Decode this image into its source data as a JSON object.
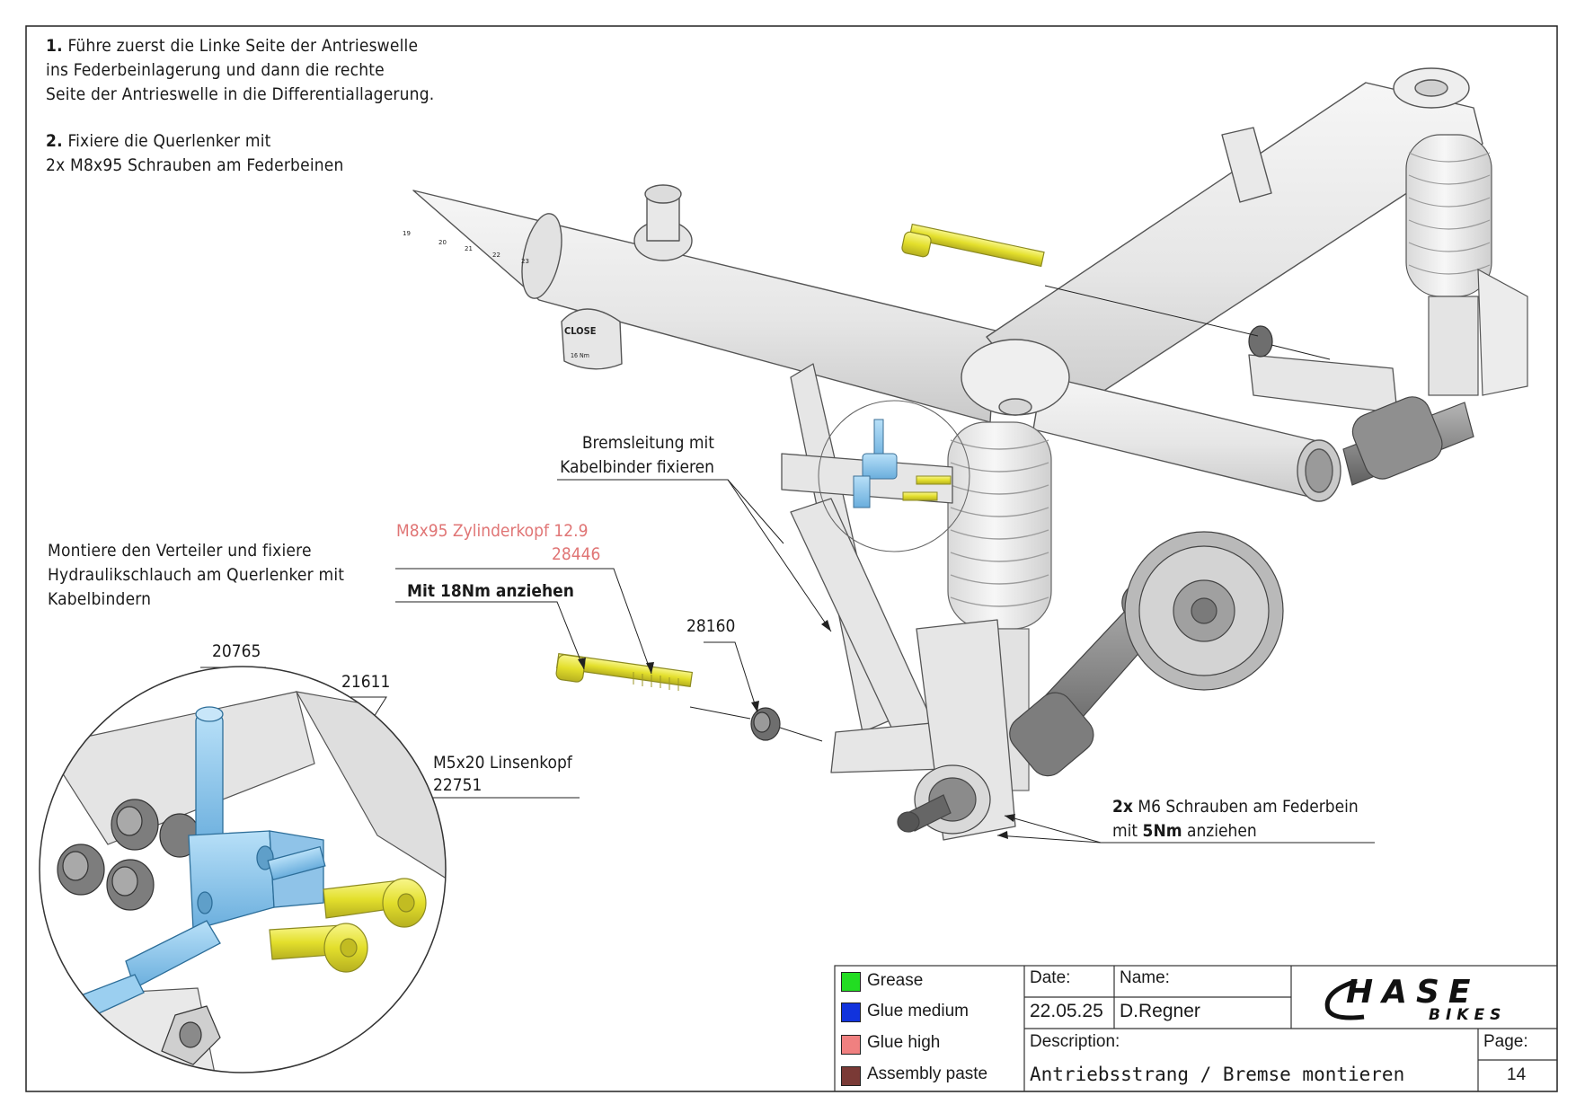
{
  "instructions": {
    "step1_num": "1.",
    "step1_lines": [
      "Führe zuerst die Linke Seite der Antrieswelle",
      "ins Federbeinlagerung und dann die rechte",
      "Seite der Antrieswelle in die Differentiallagerung."
    ],
    "step2_num": "2.",
    "step2_lines": [
      "Fixiere die Querlenker mit",
      "2x M8x95 Schrauben am Federbeinen"
    ],
    "distributor_lines": [
      "Montiere den Verteiler und fixiere",
      "Hydraulikschlauch am Querlenker mit",
      "Kabelbindern"
    ]
  },
  "callouts": {
    "brake_line": [
      "Bremsleitung mit",
      "Kabelbinder fixieren"
    ],
    "screw_name": "M8x95 Zylinderkopf 12.9",
    "screw_number": "28446",
    "torque_note": "Mit 18Nm anziehen",
    "nut_number": "28160",
    "part_20765": "20765",
    "part_21611": "21611",
    "m5_name": "M5x20 Linsenkopf",
    "m5_number": "22751",
    "m6_prefix": "2x",
    "m6_rest": "M6 Schrauben am Federbein",
    "m6_line2_a": "mit",
    "m6_line2_b": "5Nm",
    "m6_line2_c": "anziehen",
    "close_label": "CLOSE",
    "torque_small": "16 Nm",
    "scale_marks": [
      "19",
      "20",
      "21",
      "22",
      "23"
    ]
  },
  "legend": [
    {
      "label": "Grease",
      "color": "#22dd22"
    },
    {
      "label": "Glue medium",
      "color": "#1133dd"
    },
    {
      "label": "Glue high",
      "color": "#f08080"
    },
    {
      "label": "Assembly paste",
      "color": "#7a3a36"
    }
  ],
  "titleblock": {
    "date_label": "Date:",
    "date_value": "22.05.25",
    "name_label": "Name:",
    "name_value": "D.Regner",
    "description_label": "Description:",
    "description_value": "Antriebsstrang / Bremse montieren",
    "page_label": "Page:",
    "page_value": "14",
    "logo_text": "HASE",
    "logo_sub": "BIKES"
  },
  "colors": {
    "frame": "#e8e8e8",
    "part_yellow": "#e6e23a",
    "part_blue": "#8ec9ee",
    "part_grey": "#8a8a8a",
    "accent_red": "#e07575"
  }
}
